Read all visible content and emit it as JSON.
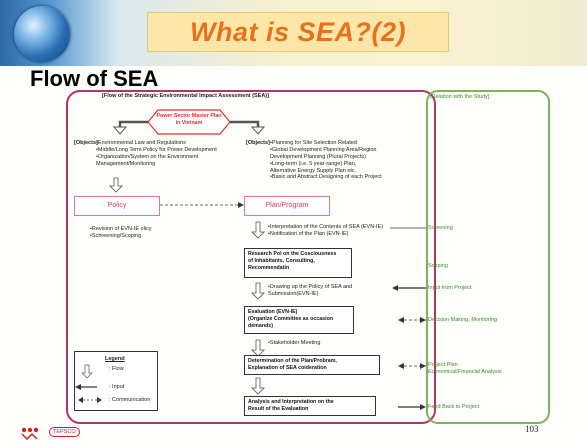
{
  "title": "What is SEA?(2)",
  "subtitle": "Flow of SEA",
  "diagram": {
    "heading": "[Flow of the Strategic Environmental Impact Assessment (SEA)]",
    "master_plan": [
      "Power Sector Master Plan",
      "in Vietnam"
    ],
    "objects_left_label": "[Objects]",
    "objects_left": [
      "•Environmental Law and Regulations",
      "•Middle/Long Term Policy for Power Development",
      "•Organization/System on the Environment",
      "  Management/Monitoring"
    ],
    "objects_right_label": "[Objects]",
    "objects_right": [
      "•Planning for Site Selection Related",
      "•Global Development Planning Area/Region",
      "  Development Planning (Plural Projects)",
      "•Long-term (i.e. 5 year-range) Plan,",
      "  Alternative Energy Supply Plan etc.",
      "•Basic and Abstract Designing of each Project"
    ],
    "policy": "Policy",
    "plan_program": "Plan/Program",
    "policy_notes": [
      "•Revision of EVN-IE olicy",
      "•Schreening/Scoping"
    ],
    "plan_notes": [
      "•Interpretation of the Contents of SEA (EVN-IE)",
      "•Notification of the Plan (EVN-IE)"
    ],
    "step1": [
      "Research Pol on the Cosciousness",
      "of Inhabitants, Consulting,",
      "Recommendatin"
    ],
    "step1_notes": [
      "•Drawing up the Policy of SEA and",
      "  Submission(EVN-IE)"
    ],
    "step2": [
      "Evaluation (EVN-IE)",
      "(Organize Committee as occasion",
      "demands)"
    ],
    "step2_notes": [
      "•Stakeholder Meeting"
    ],
    "step3": [
      "Determination of the Plan/Probram,",
      "Explanation of SEA coideration"
    ],
    "step4": [
      "Analysis and Interpretation on the",
      "Result of the Evaluation"
    ],
    "legend": {
      "title": "Legend",
      "items": [
        ": Flow",
        ": Input",
        ": Communication"
      ]
    },
    "relation": {
      "heading": "[Relation with the Study]",
      "items": [
        "Screening",
        "Scoping",
        "Input from Project",
        "Decision Making, Monitoring",
        "Project Plan",
        "Economical/Financial Analysis",
        "Feed Back to Project"
      ]
    }
  },
  "footer": {
    "company": "TEPSCO",
    "page_number": "103"
  },
  "colors": {
    "title_text": "#e8711d",
    "title_bg": "#fce7a9",
    "frame_pink": "#b03566",
    "frame_green": "#7fb25d"
  }
}
